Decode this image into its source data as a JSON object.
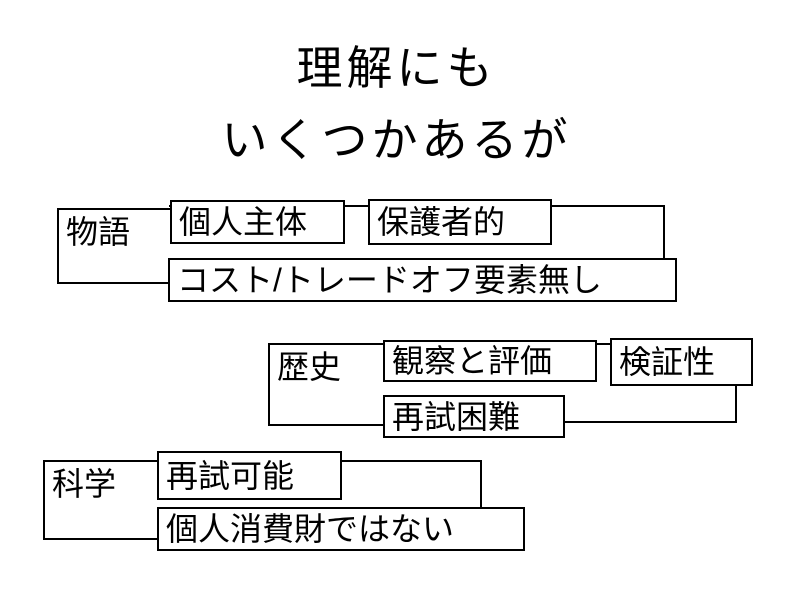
{
  "title": {
    "line1": "理解にも",
    "line2": "いくつかあるが"
  },
  "groups": [
    {
      "label": "物語",
      "items": [
        "個人主体",
        "保護者的",
        "コスト/トレードオフ要素無し"
      ]
    },
    {
      "label": "歴史",
      "items": [
        "観察と評価",
        "検証性",
        "再試困難"
      ]
    },
    {
      "label": "科学",
      "items": [
        "再試可能",
        "個人消費財ではない"
      ]
    }
  ],
  "colors": {
    "background": "#ffffff",
    "border": "#000000",
    "text": "#000000"
  }
}
